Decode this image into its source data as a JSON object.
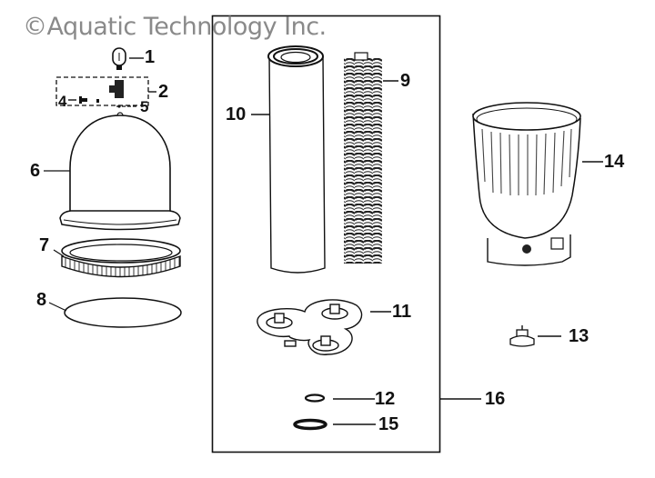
{
  "watermark": "©Aquatic Technology Inc.",
  "diagram": {
    "type": "exploded-parts-diagram",
    "group_box_label": "16",
    "parts": [
      {
        "id": "1",
        "label": "1",
        "name": "pressure-gauge"
      },
      {
        "id": "2",
        "label": "2",
        "name": "air-relief-assembly"
      },
      {
        "id": "4",
        "label": "4",
        "name": "air-relief-screw"
      },
      {
        "id": "5",
        "label": "5",
        "name": "air-relief-o-ring"
      },
      {
        "id": "6",
        "label": "6",
        "name": "tank-lid-dome"
      },
      {
        "id": "7",
        "label": "7",
        "name": "lock-ring"
      },
      {
        "id": "8",
        "label": "8",
        "name": "tank-o-ring"
      },
      {
        "id": "9",
        "label": "9",
        "name": "inner-core"
      },
      {
        "id": "10",
        "label": "10",
        "name": "filter-cartridge"
      },
      {
        "id": "11",
        "label": "11",
        "name": "cartridge-manifold"
      },
      {
        "id": "12",
        "label": "12",
        "name": "small-o-ring"
      },
      {
        "id": "13",
        "label": "13",
        "name": "drain-plug"
      },
      {
        "id": "14",
        "label": "14",
        "name": "tank-body"
      },
      {
        "id": "15",
        "label": "15",
        "name": "large-o-ring"
      },
      {
        "id": "16",
        "label": "16",
        "name": "cartridge-kit-group"
      }
    ]
  }
}
